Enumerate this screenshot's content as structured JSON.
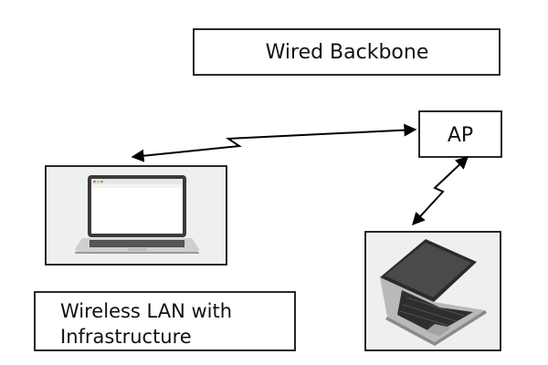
{
  "diagram": {
    "backbone_label": "Wired Backbone",
    "ap_label": "AP",
    "caption_line1": "Wireless LAN with",
    "caption_line2": "Infrastructure"
  },
  "icons": {
    "laptop_left": "laptop-open-browser-icon",
    "laptop_right": "laptop-dark-screen-icon",
    "wireless_link": "lightning-zigzag-double-arrow"
  },
  "colors": {
    "line": "#000000",
    "panel_bg": "#efefef",
    "box_border": "#111111"
  }
}
